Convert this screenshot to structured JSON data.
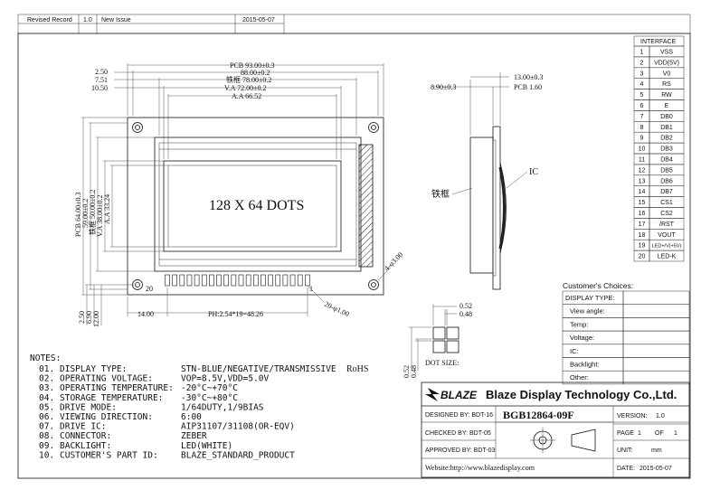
{
  "revision": {
    "row_label": "Revised Record",
    "version": "1.0",
    "description": "New Issue",
    "date": "2015-05-07"
  },
  "dimensions": {
    "pcb_w": "PCB 93.00±0.3",
    "bezel_w_a": "88.00±0.2",
    "bezel_w_b": "铁框 78.00±0.2",
    "va_w": "V.A 72.00±0.2",
    "aa_w": "A.A 66.52",
    "off_a": "2.50",
    "off_b": "7.51",
    "off_c": "10.50",
    "pcb_h": "PCB 64.00±0.3",
    "h_b": "59.00±0.2",
    "bezel_h": "铁框 50.00±0.2",
    "va_h": "V.A 38.00±0.2",
    "aa_h": "A.A 33.24",
    "hole": "4-φ3.00",
    "pins_label": "20-φ1.00",
    "pitch": "PH:2.54*19=48.26",
    "left_off": "14.00",
    "pin20": "20",
    "pin1": "1",
    "bot_a": "2.50",
    "bot_b": "6.90",
    "bot_c": "12.00",
    "side_total": "13.00±0.3",
    "side_pcb": "PCB 1.60",
    "side_bezel": "8.90±0.3",
    "frame_label": "铁框",
    "ic_label": "IC",
    "display_text": "128 X 64 DOTS"
  },
  "dot": {
    "w_a": "0.52",
    "w_b": "0.48",
    "h_a": "0.52",
    "h_b": "0.48",
    "label": "DOT SIZE:"
  },
  "interface": {
    "title": "INTERFACE",
    "pins": [
      {
        "n": "1",
        "name": "VSS"
      },
      {
        "n": "2",
        "name": "VDD(5V)"
      },
      {
        "n": "3",
        "name": "V0"
      },
      {
        "n": "4",
        "name": "RS"
      },
      {
        "n": "5",
        "name": "RW"
      },
      {
        "n": "6",
        "name": "E"
      },
      {
        "n": "7",
        "name": "DB0"
      },
      {
        "n": "8",
        "name": "DB1"
      },
      {
        "n": "9",
        "name": "DB2"
      },
      {
        "n": "10",
        "name": "DB3"
      },
      {
        "n": "11",
        "name": "DB4"
      },
      {
        "n": "12",
        "name": "DB5"
      },
      {
        "n": "13",
        "name": "DB6"
      },
      {
        "n": "14",
        "name": "DB7"
      },
      {
        "n": "15",
        "name": "CS1"
      },
      {
        "n": "16",
        "name": "CS2"
      },
      {
        "n": "17",
        "name": "/RST"
      },
      {
        "n": "18",
        "name": "VOUT"
      },
      {
        "n": "19",
        "name": "LED+/V(+5V)"
      },
      {
        "n": "20",
        "name": "LED-K"
      }
    ]
  },
  "choices": {
    "title": "Customer's Choices:",
    "rows": [
      "DISPLAY TYPE:",
      "View angle:",
      "Temp:",
      "Voltage:",
      "IC:",
      "Backlight:",
      "Other:"
    ]
  },
  "notes": {
    "title": "NOTES:",
    "items": [
      {
        "n": "01.",
        "label": "DISPLAY TYPE:",
        "value": "STN-BLUE/NEGATIVE/TRANSMISSIVE",
        "extra": "RoHS"
      },
      {
        "n": "02.",
        "label": "OPERATING VOLTAGE:",
        "value": "VOP=8.5V,VDD=5.0V",
        "extra": ""
      },
      {
        "n": "03.",
        "label": "OPERATING TEMPERATURE:",
        "value": "-20°C~+70°C",
        "extra": ""
      },
      {
        "n": "04.",
        "label": "STORAGE TEMPERATURE:",
        "value": "-30°C~+80°C",
        "extra": ""
      },
      {
        "n": "05.",
        "label": "DRIVE MODE:",
        "value": "1/64DUTY,1/9BIAS",
        "extra": ""
      },
      {
        "n": "06.",
        "label": "VIEWING DIRECTION:",
        "value": "6:00",
        "extra": ""
      },
      {
        "n": "07.",
        "label": "DRIVE IC:",
        "value": "AIP31107/31108(OR-EQV)",
        "extra": ""
      },
      {
        "n": "08.",
        "label": "CONNECTOR:",
        "value": "ZEBER",
        "extra": ""
      },
      {
        "n": "09.",
        "label": "BACKLIGHT:",
        "value": "LED(WHITE)",
        "extra": ""
      },
      {
        "n": "10.",
        "label": "CUSTOMER'S PART ID:",
        "value": "BLAZE_STANDARD_PRODUCT",
        "extra": ""
      }
    ]
  },
  "titleblock": {
    "logo": "BLAZE",
    "company": "Blaze Display Technology Co.,Ltd.",
    "designed": "DESIGNED BY: BDT-16",
    "checked": "CHECKED BY: BDT-05",
    "approved": "APPROVED BY: BDT-03",
    "part": "BGB12864-09F",
    "version_label": "VERSION:",
    "version": "1.0",
    "page_label": "PAGE",
    "page": "1",
    "of_label": "OF",
    "of": "1",
    "unit_label": "UNIT:",
    "unit": "mm",
    "website": "Website:http://www.blazedisplay.com",
    "date_label": "DATE:",
    "date": "2015-05-07"
  }
}
